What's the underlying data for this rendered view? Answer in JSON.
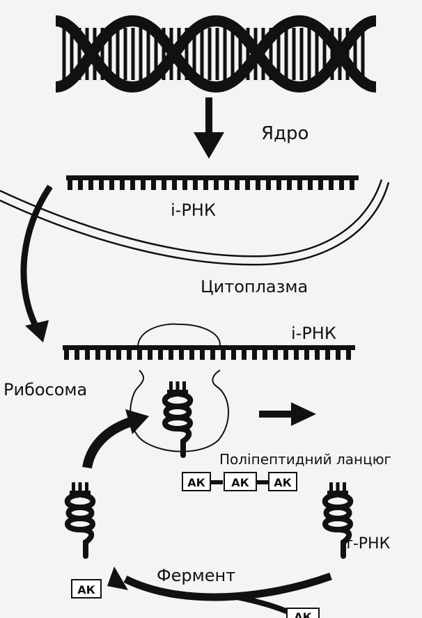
{
  "labels": {
    "nucleus": "Ядро",
    "mrna_top": "і-РНК",
    "cytoplasm": "Цитоплазма",
    "mrna_ribosome": "і-РНК",
    "ribosome": "Рибосома",
    "polypeptide": "Поліпептидний ланцюг",
    "trna": "т-РНК",
    "enzyme": "Фермент"
  },
  "amino_acid": {
    "chain": [
      "АК",
      "АК",
      "АК"
    ],
    "left_trna": "АК",
    "incoming": "АК"
  },
  "colors": {
    "ink": "#111111",
    "paper": "#f4f4f2",
    "box": "#ffffff"
  }
}
